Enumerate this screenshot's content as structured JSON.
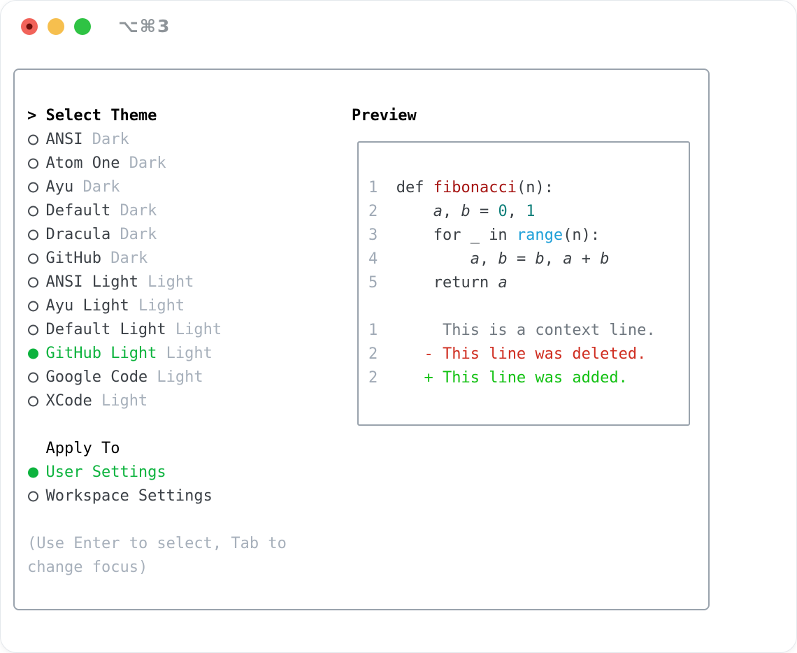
{
  "window": {
    "shortcut_label": "⌥⌘3"
  },
  "colors": {
    "green": "#0db33e",
    "muted": "#a7b0bb",
    "dark": "#3b4046",
    "heading": "#000000",
    "border": "#9aa3ad",
    "ring": "#474c52",
    "ln": "#9fa9b5",
    "code": "#3a3f44",
    "fn": "#a61513",
    "num": "#0e7f7a",
    "bi": "#1d9fd8",
    "ctx": "#6e767e",
    "del": "#cf2d20",
    "add": "#12c112",
    "tred": "#f1635a",
    "treddot": "#6d0f0b",
    "tyellow": "#f6bf4e",
    "tgreen": "#2fc344",
    "gray": "#8e9499"
  },
  "theme_panel": {
    "prompt": ">",
    "title": "Select Theme",
    "items": [
      {
        "name": "ANSI",
        "variant": "Dark",
        "selected": false
      },
      {
        "name": "Atom One",
        "variant": "Dark",
        "selected": false
      },
      {
        "name": "Ayu",
        "variant": "Dark",
        "selected": false
      },
      {
        "name": "Default",
        "variant": "Dark",
        "selected": false
      },
      {
        "name": "Dracula",
        "variant": "Dark",
        "selected": false
      },
      {
        "name": "GitHub",
        "variant": "Dark",
        "selected": false
      },
      {
        "name": "ANSI Light",
        "variant": "Light",
        "selected": false
      },
      {
        "name": "Ayu Light",
        "variant": "Light",
        "selected": false
      },
      {
        "name": "Default Light",
        "variant": "Light",
        "selected": false
      },
      {
        "name": "GitHub Light",
        "variant": "Light",
        "selected": true
      },
      {
        "name": "Google Code",
        "variant": "Light",
        "selected": false
      },
      {
        "name": "XCode",
        "variant": "Light",
        "selected": false
      }
    ],
    "apply_to": {
      "title": "Apply To",
      "options": [
        {
          "label": "User Settings",
          "selected": true
        },
        {
          "label": "Workspace Settings",
          "selected": false
        }
      ]
    },
    "help_lines": [
      "(Use Enter to select, Tab to",
      "change focus)"
    ]
  },
  "preview": {
    "title": "Preview",
    "lines": [
      {
        "name": "code-line-1",
        "tokens": [
          [
            "1",
            "ln"
          ],
          [
            "  ",
            "code"
          ],
          [
            "def ",
            "code"
          ],
          [
            "fibonacci",
            "fn"
          ],
          [
            "(n):",
            "code"
          ]
        ]
      },
      {
        "name": "code-line-2",
        "tokens": [
          [
            "2",
            "ln"
          ],
          [
            "      ",
            "code"
          ],
          [
            "a",
            "var"
          ],
          [
            ", ",
            "code"
          ],
          [
            "b",
            "var"
          ],
          [
            " = ",
            "code"
          ],
          [
            "0",
            "num"
          ],
          [
            ", ",
            "code"
          ],
          [
            "1",
            "num"
          ]
        ]
      },
      {
        "name": "code-line-3",
        "tokens": [
          [
            "3",
            "ln"
          ],
          [
            "      for _ in ",
            "code"
          ],
          [
            "range",
            "bi"
          ],
          [
            "(n):",
            "code"
          ]
        ]
      },
      {
        "name": "code-line-4",
        "tokens": [
          [
            "4",
            "ln"
          ],
          [
            "          ",
            "code"
          ],
          [
            "a",
            "var"
          ],
          [
            ", ",
            "code"
          ],
          [
            "b",
            "var"
          ],
          [
            " = ",
            "code"
          ],
          [
            "b",
            "var"
          ],
          [
            ", ",
            "code"
          ],
          [
            "a",
            "var"
          ],
          [
            " + ",
            "code"
          ],
          [
            "b",
            "var"
          ]
        ]
      },
      {
        "name": "code-line-5",
        "tokens": [
          [
            "5",
            "ln"
          ],
          [
            "      return ",
            "code"
          ],
          [
            "a",
            "var"
          ]
        ]
      },
      {
        "name": "blank-line",
        "tokens": []
      },
      {
        "name": "diff-context-line",
        "tokens": [
          [
            "1",
            "ln"
          ],
          [
            "       This is a context line.",
            "ctx"
          ]
        ]
      },
      {
        "name": "diff-deleted-line",
        "tokens": [
          [
            "2",
            "ln"
          ],
          [
            "     ",
            "code"
          ],
          [
            "- This line was deleted.",
            "del"
          ]
        ]
      },
      {
        "name": "diff-added-line",
        "tokens": [
          [
            "2",
            "ln"
          ],
          [
            "     ",
            "code"
          ],
          [
            "+ This line was added.",
            "add"
          ]
        ]
      }
    ]
  }
}
